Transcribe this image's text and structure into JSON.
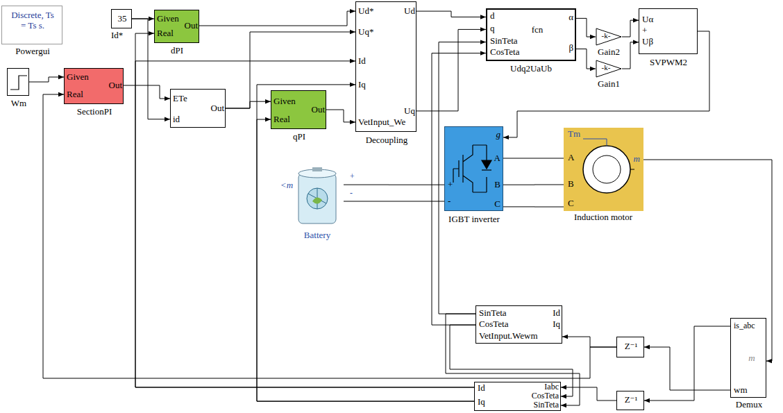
{
  "diagram": {
    "nodes": [
      {
        "text": [
          "Discrete, Ts = Ts s.",
          "Powergui"
        ]
      },
      {
        "text": [
          "35"
        ]
      },
      {
        "text": [
          "Given",
          "Real",
          "Out",
          "dPI"
        ]
      },
      {
        "text": [
          "Wm"
        ]
      },
      {
        "text": [
          "Given",
          "Real",
          "Out",
          "SectionPI"
        ]
      },
      {
        "text": [
          "ETe",
          "id",
          "Out"
        ]
      },
      {
        "text": [
          "Given",
          "Real",
          "Out",
          "qPI"
        ]
      },
      {
        "text": [
          "Ud*",
          "Uq*",
          "Id",
          "Iq",
          "VetInput_We",
          "Ud",
          "Uq",
          "Decoupling"
        ]
      },
      {
        "text": [
          "d",
          "q",
          "SinTeta",
          "CosTeta",
          "fcn",
          "α",
          "β",
          "Udq2UaUb"
        ]
      },
      {
        "text": [
          "-k-",
          "Gain2"
        ]
      },
      {
        "text": [
          "-k-",
          "Gain1"
        ]
      },
      {
        "text": [
          "Uα",
          "+",
          "Uβ",
          "SVPWM2"
        ]
      },
      {
        "text": [
          "<m",
          "+",
          "-",
          "Battery"
        ]
      },
      {
        "text": [
          "g",
          "+",
          "-",
          "A",
          "B",
          "C",
          "IGBT inverter"
        ]
      },
      {
        "text": [
          "Tm",
          "A",
          "B",
          "C",
          "m",
          "Induction motor"
        ]
      },
      {
        "text": [
          "SinTeta",
          "CosTeta",
          "VetInput.Wewm",
          "Id",
          "Iq"
        ]
      },
      {
        "text": [
          "Z⁻¹"
        ]
      },
      {
        "text": [
          "Z⁻¹"
        ]
      },
      {
        "text": [
          "is_abc",
          "m",
          "wm",
          "Demux"
        ]
      },
      {
        "text": [
          "Id",
          "Iq",
          "Iabc",
          "CosTeta",
          "SinTeta"
        ]
      }
    ],
    "edges": [
      {
        "from": 1,
        "to": 2,
        "arrow": "to"
      },
      {
        "from": 1,
        "to": 5,
        "arrow": "to"
      },
      {
        "from": 2,
        "to": 7,
        "arrow": "to"
      },
      {
        "from": 3,
        "to": 4,
        "arrow": "to"
      },
      {
        "from": 4,
        "to": 5,
        "arrow": "to"
      },
      {
        "from": 5,
        "to": 6,
        "arrow": "to"
      },
      {
        "from": 5,
        "to": 7,
        "arrow": "to"
      },
      {
        "from": 6,
        "to": 7,
        "arrow": "to"
      },
      {
        "from": 7,
        "to": 8,
        "arrow": "to"
      },
      {
        "from": 7,
        "to": 8,
        "arrow": "to"
      },
      {
        "from": 8,
        "to": 9,
        "arrow": "to"
      },
      {
        "from": 8,
        "to": 10,
        "arrow": "to"
      },
      {
        "from": 9,
        "to": 11,
        "arrow": "to"
      },
      {
        "from": 10,
        "to": 11,
        "arrow": "to"
      },
      {
        "from": 11,
        "to": 13,
        "arrow": "to"
      },
      {
        "from": 12,
        "to": 13,
        "arrow": "none"
      },
      {
        "from": 12,
        "to": 13,
        "arrow": "none"
      },
      {
        "from": 13,
        "to": 14,
        "arrow": "none"
      },
      {
        "from": 13,
        "to": 14,
        "arrow": "none"
      },
      {
        "from": 13,
        "to": 14,
        "arrow": "none"
      },
      {
        "from": 14,
        "to": 18,
        "arrow": "to"
      },
      {
        "from": 18,
        "to": 16,
        "arrow": "to"
      },
      {
        "from": 18,
        "to": 17,
        "arrow": "to"
      },
      {
        "from": 16,
        "to": 15,
        "arrow": "to"
      },
      {
        "from": 16,
        "to": 4,
        "arrow": "to"
      },
      {
        "from": 17,
        "to": 19,
        "arrow": "to"
      },
      {
        "from": 15,
        "to": 8,
        "arrow": "to"
      },
      {
        "from": 15,
        "to": 8,
        "arrow": "to"
      },
      {
        "from": 15,
        "to": 19,
        "arrow": "to"
      },
      {
        "from": 15,
        "to": 19,
        "arrow": "to"
      },
      {
        "from": 19,
        "to": 2,
        "arrow": "to"
      },
      {
        "from": 19,
        "to": 7,
        "arrow": "to"
      },
      {
        "from": 19,
        "to": 6,
        "arrow": "to"
      },
      {
        "from": 19,
        "to": 7,
        "arrow": "to"
      }
    ],
    "labels": [
      "Id*"
    ]
  }
}
